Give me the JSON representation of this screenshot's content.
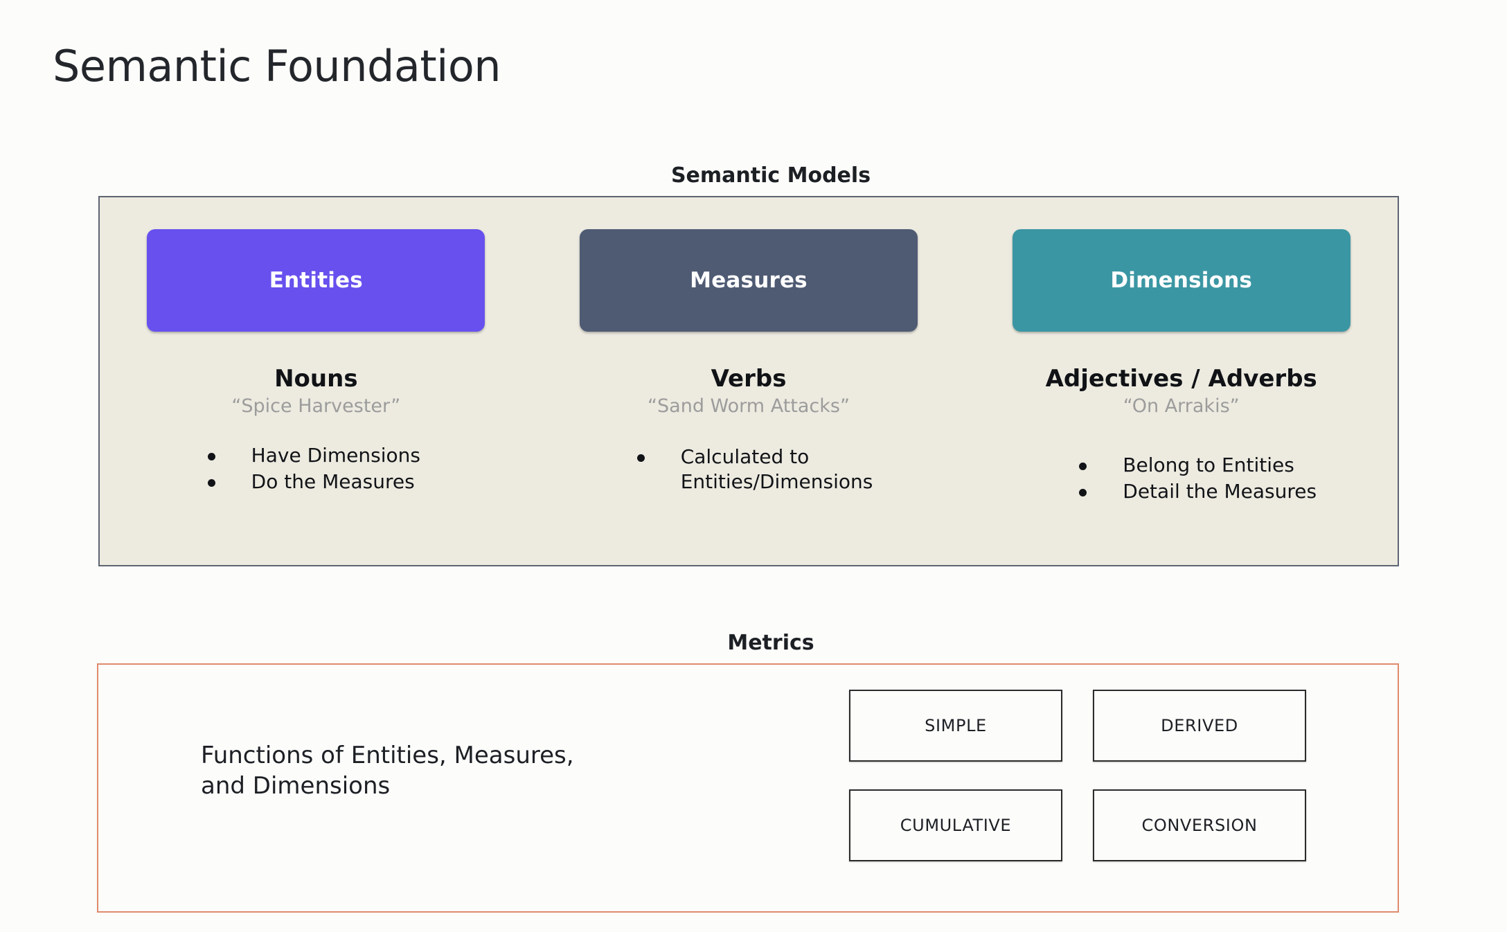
{
  "slide": {
    "title": "Semantic Foundation",
    "background_color": "#FCFCFA"
  },
  "semantic_models": {
    "header": "Semantic Models",
    "panel_color": "#EDEBE0",
    "panel_border_color": "#5D6472",
    "columns": [
      {
        "chip_label": "Entities",
        "chip_color": "#6750EE",
        "part_of_speech": "Nouns",
        "example": "“Spice Harvester”",
        "bullets": [
          "Have Dimensions",
          "Do the Measures"
        ]
      },
      {
        "chip_label": "Measures",
        "chip_color": "#4F5A73",
        "part_of_speech": "Verbs",
        "example": "“Sand Worm Attacks”",
        "bullets": [
          "Calculated to\nEntities/Dimensions"
        ]
      },
      {
        "chip_label": "Dimensions",
        "chip_color": "#3B96A3",
        "part_of_speech": "Adjectives / Adverbs",
        "example": "“On Arrakis”",
        "bullets": [
          "Belong to Entities",
          "Detail the Measures"
        ]
      }
    ]
  },
  "metrics": {
    "header": "Metrics",
    "panel_border_color": "#E08A6E",
    "description": "Functions of Entities, Measures,\nand Dimensions",
    "types": [
      "SIMPLE",
      "DERIVED",
      "CUMULATIVE",
      "CONVERSION"
    ]
  }
}
